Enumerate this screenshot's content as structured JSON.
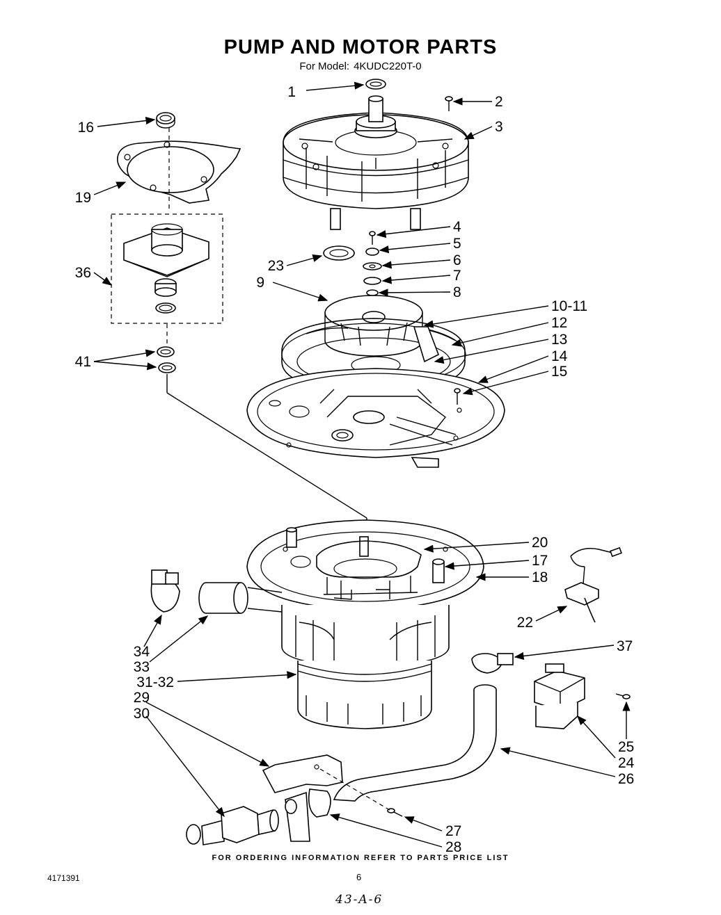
{
  "title": "PUMP AND MOTOR PARTS",
  "subtitle_prefix": "For Model:",
  "model": "4KUDC220T-0",
  "footer": "FOR ORDERING INFORMATION REFER TO PARTS PRICE LIST",
  "doc_number": "4171391",
  "page_number": "6",
  "handwritten_ref": "43-A-6",
  "labels": {
    "l1": "1",
    "l2": "2",
    "l3": "3",
    "l4": "4",
    "l5": "5",
    "l6": "6",
    "l7": "7",
    "l8": "8",
    "l9": "9",
    "l10_11": "10-11",
    "l12": "12",
    "l13": "13",
    "l14": "14",
    "l15": "15",
    "l16": "16",
    "l17": "17",
    "l18": "18",
    "l19": "19",
    "l20": "20",
    "l22": "22",
    "l23": "23",
    "l24": "24",
    "l25": "25",
    "l26": "26",
    "l27": "27",
    "l28": "28",
    "l29": "29",
    "l30": "30",
    "l31_32": "31-32",
    "l33": "33",
    "l34": "34",
    "l36": "36",
    "l37": "37",
    "l41": "41"
  }
}
